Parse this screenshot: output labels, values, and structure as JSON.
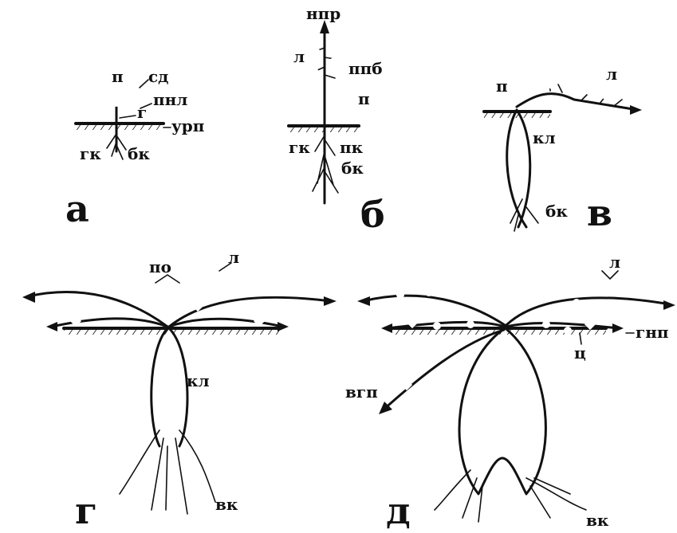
{
  "panels": {
    "a": "а",
    "b": "б",
    "v": "в",
    "g": "г",
    "d": "д"
  },
  "labels": {
    "a_p": "п",
    "a_sd": "сд",
    "a_pnl": "пнл",
    "a_g": "г",
    "a_urp": "урп",
    "a_gk": "гк",
    "a_bk": "бк",
    "b_npr": "нпр",
    "b_l": "л",
    "b_ppb": "ппб",
    "b_p": "п",
    "b_gk": "гк",
    "b_pk": "пк",
    "b_bk": "бк",
    "v_p": "п",
    "v_l": "л",
    "v_kl": "кл",
    "v_bk": "бк",
    "g_po": "по",
    "g_l": "л",
    "g_kl": "кл",
    "g_vk": "вк",
    "d_l": "л",
    "d_gnp": "гнп",
    "d_ts": "ц",
    "d_vgp": "вгп",
    "d_vk": "вк"
  }
}
